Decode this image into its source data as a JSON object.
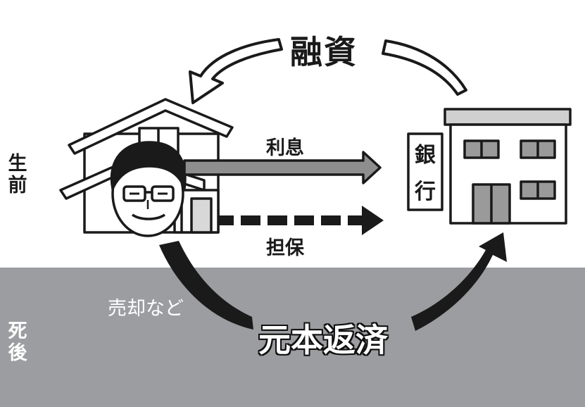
{
  "side_labels": {
    "life_before": [
      "生",
      "前"
    ],
    "after_death": [
      "死",
      "後"
    ]
  },
  "flows": {
    "financing": "融資",
    "interest": "利息",
    "collateral": "担保",
    "sale_etc": "売却など",
    "principal_repayment": "元本返済"
  },
  "bank_sign": [
    "銀",
    "行"
  ],
  "colors": {
    "background": "#ffffff",
    "lower_band": "#9c9da1",
    "ink": "#1a1a1a",
    "arrow_gray": "#8e8e8e"
  }
}
